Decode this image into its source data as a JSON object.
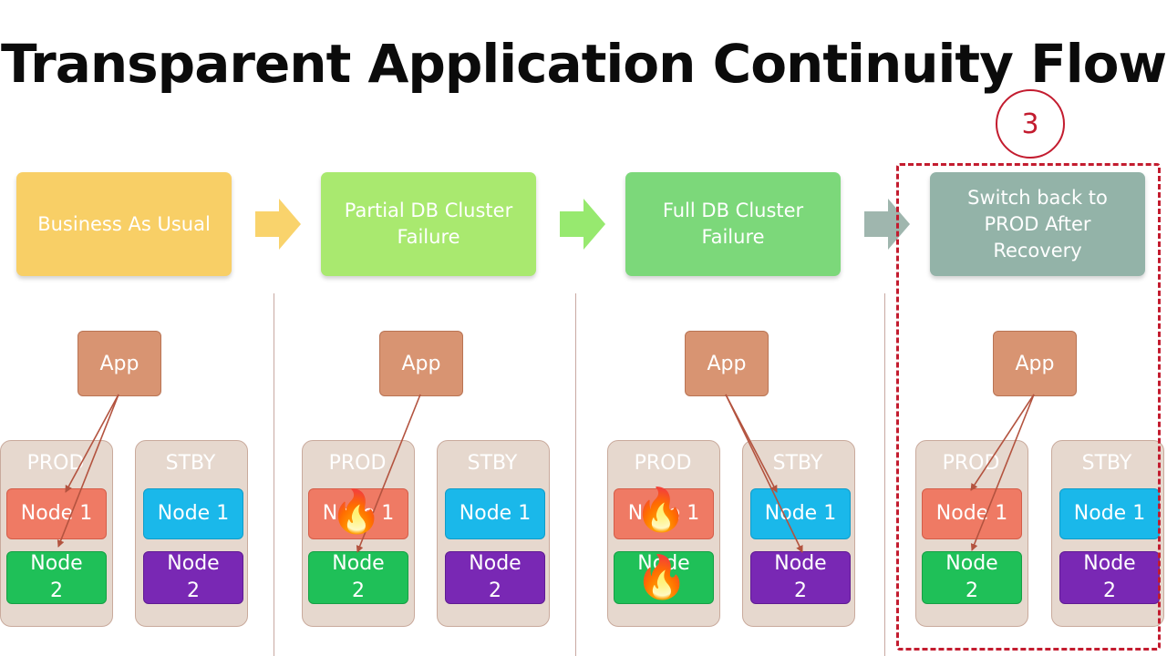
{
  "title": "Transparent Application Continuity Flow",
  "step_badge": "3",
  "stages": [
    {
      "label": "Business As Usual",
      "color": "#f8cf66"
    },
    {
      "label": "Partial DB Cluster\nFailure",
      "color": "#a9e96f"
    },
    {
      "label": "Full DB Cluster\nFailure",
      "color": "#7cd87a"
    },
    {
      "label": "Switch back to\nPROD After\nRecovery",
      "color": "#93b3a8"
    }
  ],
  "arrow_colors": [
    "#f9d36c",
    "#97e96f",
    "#9fb6ae"
  ],
  "panels": [
    {
      "app": "App",
      "prod": {
        "label": "PROD",
        "node1": "Node 1",
        "node2": "Node\n2"
      },
      "stby": {
        "label": "STBY",
        "node1": "Node 1",
        "node2": "Node\n2"
      }
    },
    {
      "app": "App",
      "prod": {
        "label": "PROD",
        "node1": "Node 1",
        "node2": "Node\n2"
      },
      "stby": {
        "label": "STBY",
        "node1": "Node 1",
        "node2": "Node\n2"
      }
    },
    {
      "app": "App",
      "prod": {
        "label": "PROD",
        "node1": "Node 1",
        "node2": "Node\n2"
      },
      "stby": {
        "label": "STBY",
        "node1": "Node 1",
        "node2": "Node\n2"
      }
    },
    {
      "app": "App",
      "prod": {
        "label": "PROD",
        "node1": "Node 1",
        "node2": "Node\n2"
      },
      "stby": {
        "label": "STBY",
        "node1": "Node 1",
        "node2": "Node\n2"
      }
    }
  ],
  "icons": {
    "failure": "fire-icon"
  },
  "highlight_color": "#c31c2f"
}
